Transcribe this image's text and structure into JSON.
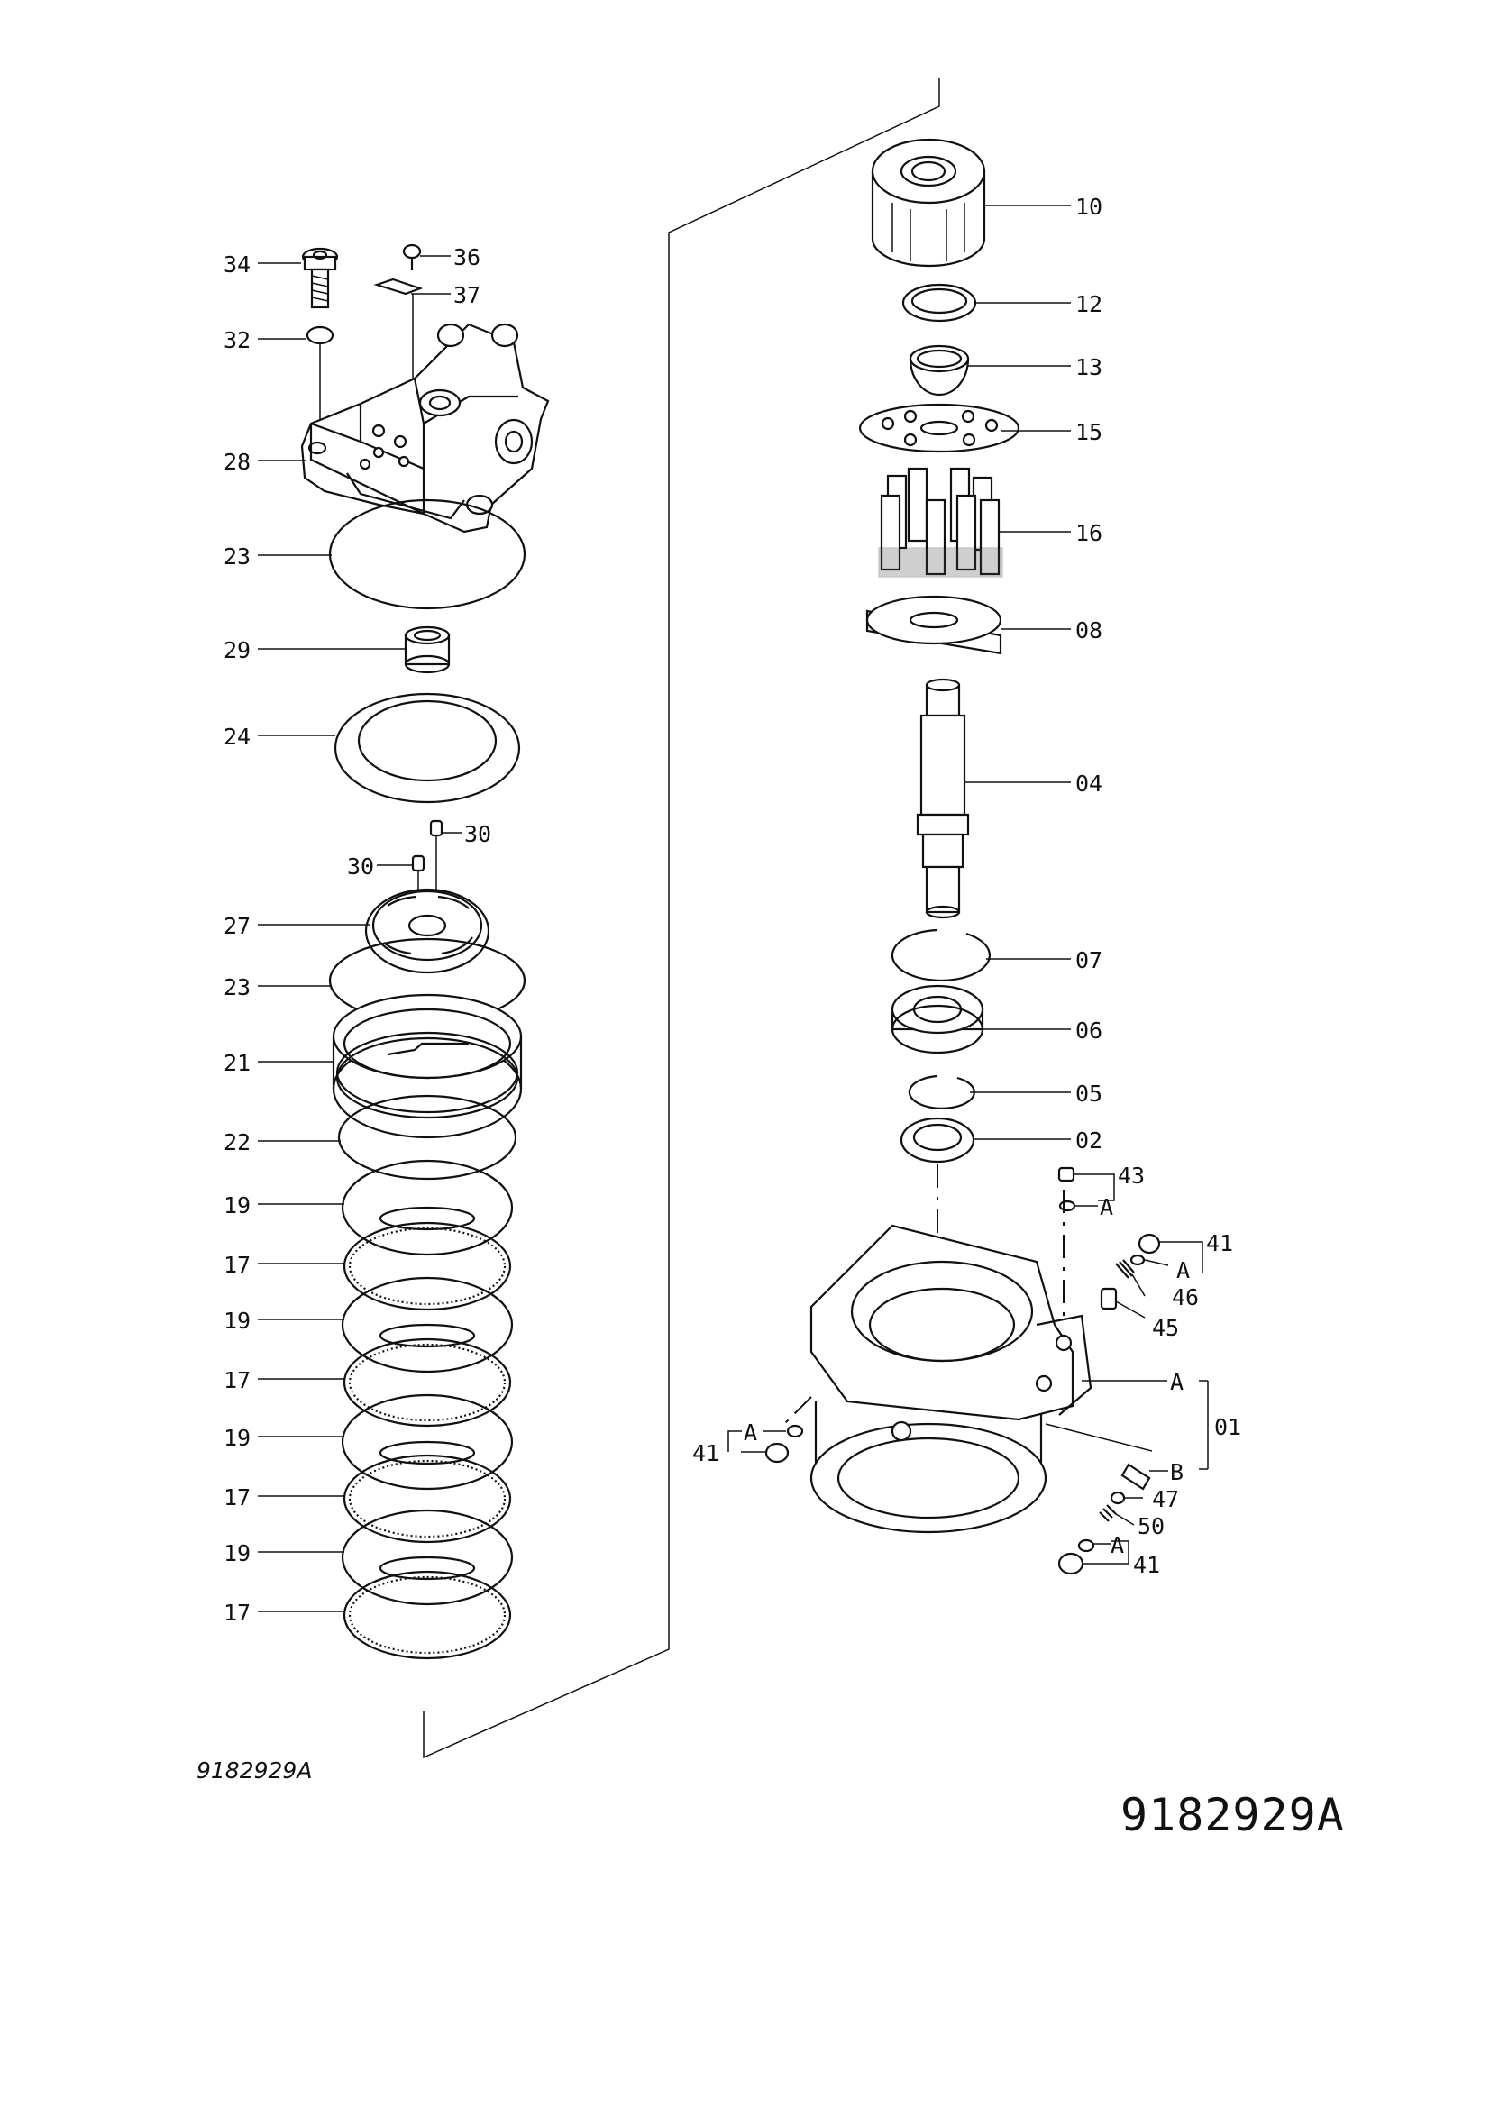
{
  "drawing": {
    "reference_small": "9182929A",
    "reference_large": "9182929A"
  },
  "labels": {
    "p34": "34",
    "p36": "36",
    "p37": "37",
    "p32": "32",
    "p28": "28",
    "p23a": "23",
    "p29": "29",
    "p24": "24",
    "p30a": "30",
    "p30b": "30",
    "p27": "27",
    "p23b": "23",
    "p21": "21",
    "p22": "22",
    "p19a": "19",
    "p17a": "17",
    "p19b": "19",
    "p17b": "17",
    "p19c": "19",
    "p17c": "17",
    "p19d": "19",
    "p17d": "17",
    "p10": "10",
    "p12": "12",
    "p13": "13",
    "p15": "15",
    "p16": "16",
    "p08": "08",
    "p04": "04",
    "p07": "07",
    "p06": "06",
    "p05": "05",
    "p02": "02",
    "p43": "43",
    "p43A": "A",
    "p41a": "41",
    "p41aA": "A",
    "p46": "46",
    "p45": "45",
    "p01": "01",
    "p01A": "A",
    "p01B": "B",
    "p41b": "41",
    "p41bA": "A",
    "p47": "47",
    "p50": "50",
    "p41c": "41",
    "p41cA": "A"
  }
}
